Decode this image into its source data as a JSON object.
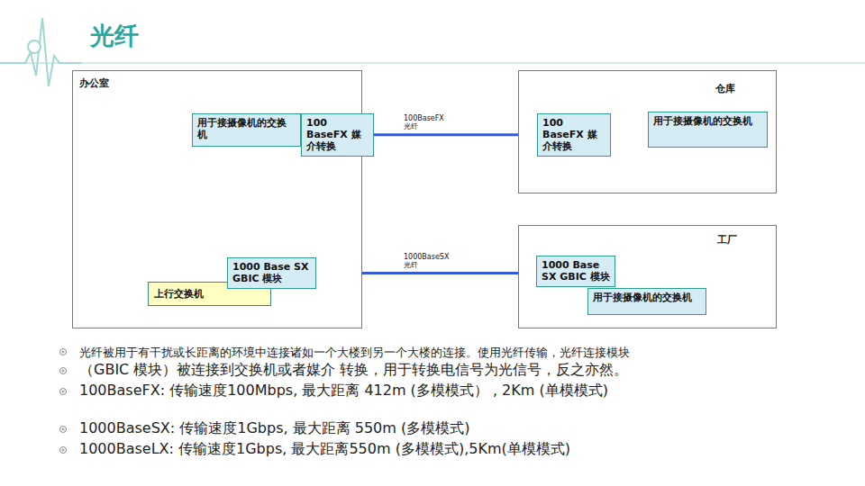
{
  "diagram": {
    "title": "光纤",
    "nodes": [
      {
        "text": [
          "办公室"
        ]
      },
      {
        "text": [
          "用于接摄像机的交换机"
        ],
        "in": 0
      },
      {
        "text": [
          "100 BaseFX 媒介转换"
        ],
        "in": 0
      },
      {
        "text": [
          "上行交换机"
        ],
        "in": 0
      },
      {
        "text": [
          "1000 Base SX GBIC 模块"
        ],
        "in": 0
      },
      {
        "text": [
          "仓库"
        ]
      },
      {
        "text": [
          "100 BaseFX 媒介转换"
        ],
        "in": 5
      },
      {
        "text": [
          "用于接摄像机的交换机"
        ],
        "in": 5
      },
      {
        "text": [
          "工厂"
        ]
      },
      {
        "text": [
          "1000 Base SX GBIC 模块"
        ],
        "in": 8
      },
      {
        "text": [
          "用于接摄像机的交换机"
        ],
        "in": 8
      }
    ],
    "edges": [
      {
        "from": 1,
        "to": 3,
        "arrow": "none"
      },
      {
        "from": 2,
        "to": 6,
        "label": "100BaseFX 光纤",
        "arrow": "none"
      },
      {
        "from": 6,
        "to": 7,
        "arrow": "none"
      },
      {
        "from": 4,
        "to": 9,
        "label": "1000BaseSX 光纤",
        "arrow": "none"
      }
    ],
    "labels": [
      "光纤被用于有干扰或长距离的环境中连接诸如一个大楼到另一个大楼的连接。使用光纤传输，光纤连接模块",
      "（GBIC 模块）被连接到交换机或者媒介 转换，用于转换电信号为光信号，反之亦然。",
      "100BaseFX: 传输速度100Mbps, 最大距离 412m (多模模式） , 2Km (单模模式)",
      "1000BaseSX: 传输速度1Gbps, 最大距离 550m (多模模式)",
      "1000BaseLX: 传输速度1Gbps, 最大距离550m (多模模式),5Km(单模模式)"
    ]
  }
}
